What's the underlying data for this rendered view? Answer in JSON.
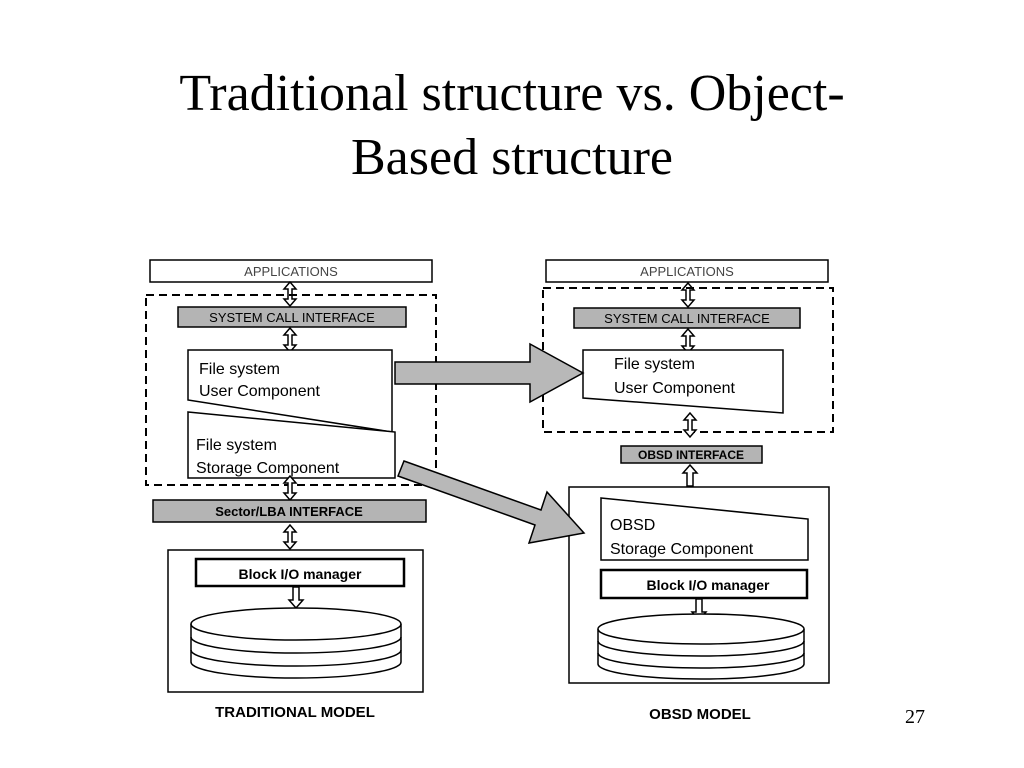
{
  "slide": {
    "title_line1": "Traditional structure vs. Object-",
    "title_line2": "Based structure",
    "page_number": "27"
  },
  "traditional": {
    "applications": "APPLICATIONS",
    "system_call_interface": "SYSTEM CALL INTERFACE",
    "fs_user_line1": "File system",
    "fs_user_line2": "User Component",
    "fs_storage_line1": "File system",
    "fs_storage_line2": "Storage Component",
    "sector_interface": "Sector/LBA INTERFACE",
    "block_io": "Block I/O manager",
    "caption": "TRADITIONAL MODEL"
  },
  "obsd": {
    "applications": "APPLICATIONS",
    "system_call_interface": "SYSTEM CALL INTERFACE",
    "fs_user_line1": "File system",
    "fs_user_line2": "User Component",
    "obsd_interface": "OBSD INTERFACE",
    "storage_line1": "OBSD",
    "storage_line2": "Storage Component",
    "block_io": "Block I/O manager",
    "caption": "OBSD MODEL"
  },
  "colors": {
    "interface_fill": "#b4b4b4",
    "arrow_fill": "#b8b8b8",
    "stroke": "#000000"
  }
}
